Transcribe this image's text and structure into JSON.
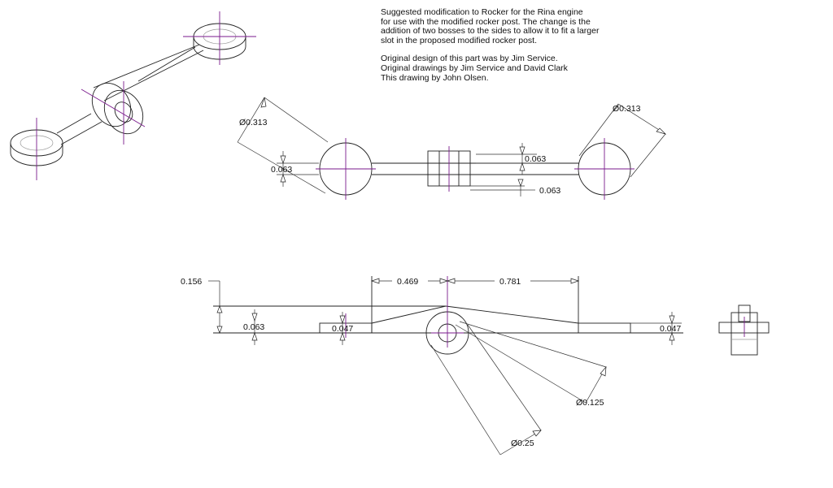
{
  "note": {
    "paragraph1": [
      "Suggested modification to Rocker for the Rina engine",
      "for use with the modified rocker post. The change is the",
      "addition of two bosses to the sides to allow it to fit a larger",
      "slot in the proposed modified rocker post."
    ],
    "paragraph2": [
      "Original design of this part was by Jim Service.",
      "Original drawings by Jim Service and David Clark",
      "This drawing by John Olsen."
    ]
  },
  "plan_view": {
    "dia_left": "Ø0.313",
    "dia_right": "Ø0.313",
    "thickness_left": "0.063",
    "thickness_center": "0.063",
    "boss_width": "0.063"
  },
  "side_view": {
    "height_total": "0.156",
    "span_left": "0.469",
    "span_right": "0.781",
    "arm_thickness": "0.063",
    "left_pad": "0.047",
    "right_pad": "0.047",
    "dia_inner": "Ø0.125",
    "dia_outer": "Ø0.25"
  },
  "colors": {
    "line": "#222222",
    "centerline": "#7a1a8c",
    "hidden": "#999999"
  }
}
